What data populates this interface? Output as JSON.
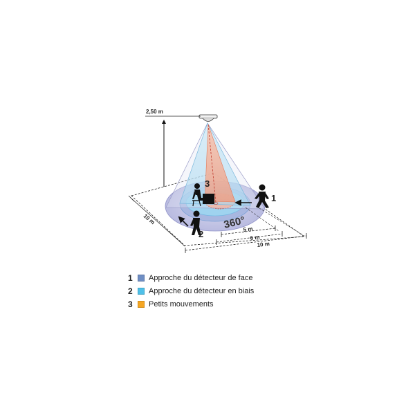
{
  "diagram": {
    "height_label": "2,50 m",
    "depth_label": "10 m",
    "width_label": "10 m",
    "range_6m_label": "6 m",
    "range_5m_label": "5 m",
    "angle_label": "360°",
    "zone_labels": [
      "1",
      "2",
      "3"
    ]
  },
  "legend": {
    "items": [
      {
        "number": "1",
        "text": "Approche du détecteur de face",
        "color": "#6f8ec4"
      },
      {
        "number": "2",
        "text": "Approche du détecteur en biais",
        "color": "#4fc0e8"
      },
      {
        "number": "3",
        "text": "Petits mouvements",
        "color": "#f5a623"
      }
    ]
  },
  "colors": {
    "outer_zone": "#c7c8e6",
    "middle_zone": "#9fd3ef",
    "inner_zone": "#f2a58a",
    "sensor": "#eeeeee"
  }
}
